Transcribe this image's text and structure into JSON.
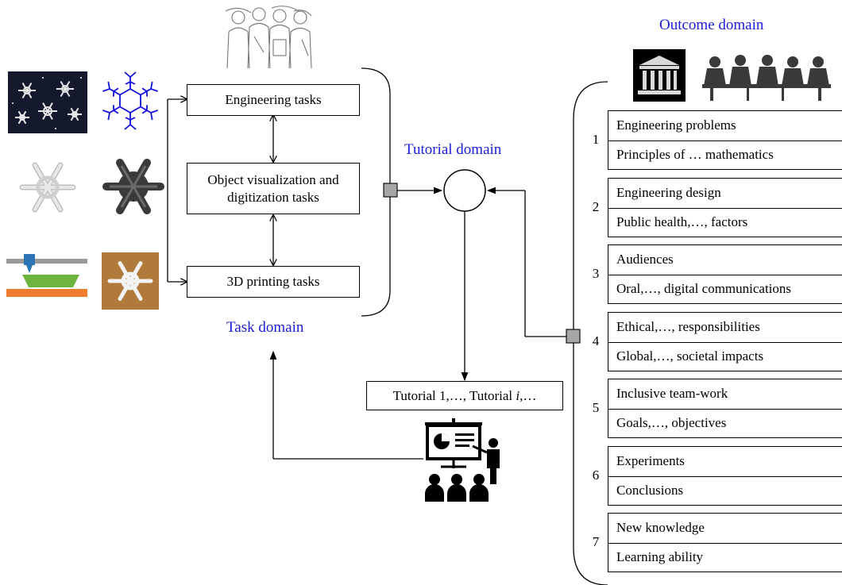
{
  "labels": {
    "outcome_domain": "Outcome domain",
    "tutorial_domain": "Tutorial domain",
    "task_domain": "Task domain"
  },
  "tasks": [
    "Engineering tasks",
    "Object visualization and digitization tasks",
    "3D printing tasks"
  ],
  "tutorial": {
    "prefix": "Tutorial 1,…, Tutorial ",
    "var": "i",
    "suffix": ",…"
  },
  "outcomes": [
    {
      "num": "1",
      "items": [
        "Engineering problems",
        "Principles of … mathematics"
      ]
    },
    {
      "num": "2",
      "items": [
        "Engineering design",
        "Public health,…, factors"
      ]
    },
    {
      "num": "3",
      "items": [
        "Audiences",
        "Oral,…, digital communications"
      ]
    },
    {
      "num": "4",
      "items": [
        "Ethical,…, responsibilities",
        "Global,…, societal impacts"
      ]
    },
    {
      "num": "5",
      "items": [
        "Inclusive team-work",
        "Goals,…, objectives"
      ]
    },
    {
      "num": "6",
      "items": [
        "Experiments",
        "Conclusions"
      ]
    },
    {
      "num": "7",
      "items": [
        "New knowledge",
        "Learning ability"
      ]
    }
  ],
  "colors": {
    "label_blue": "#1c1ce0",
    "junction_fill": "#a6a6a6",
    "printer_bed": "#6fb43f",
    "printer_base": "#ee7d2f",
    "printer_nozzle": "#2e75b6",
    "snowflake_blue": "#1010dd"
  },
  "icons": [
    "students-sketch-icon",
    "snowflake-photo-icon",
    "snowflake-outline-icon",
    "snowflake-3d-white-icon",
    "snowflake-3d-dark-icon",
    "3d-printer-icon",
    "printed-snowflake-icon",
    "institution-icon",
    "meeting-icon",
    "presentation-icon"
  ]
}
